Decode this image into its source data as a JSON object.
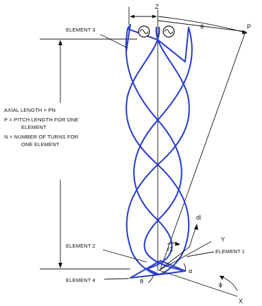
{
  "labels": {
    "z_axis": "Z",
    "theta_top": "θ",
    "point_p": "P",
    "element_3": "ELEMENT 3",
    "axial_length": "AXIAL LENGTH = PN",
    "pitch_length_line1": "P = PITCH LENGTH FOR ONE",
    "pitch_length_line2": "ELEMENT",
    "turns_line1": "N = NUMBER OF TURNS FOR",
    "turns_line2": "ONE ELEMENT",
    "dl": "dl",
    "r_prime": "r1",
    "y_axis": "Y",
    "element_1": "ELEMENT 1",
    "element_2": "ELEMENT 2",
    "alpha": "α",
    "element_4": "ELEMENT 4",
    "theta_bottom": "θ",
    "phi": "ϕ",
    "x_axis": "X"
  },
  "colors": {
    "helix": "#2b3fcf",
    "lines": "#111111",
    "background": "#ffffff"
  },
  "icons": {
    "feed_source": "sine-wave-source-icon"
  }
}
